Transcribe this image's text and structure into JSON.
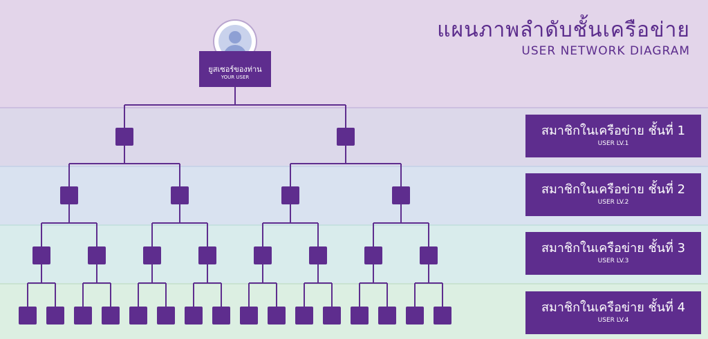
{
  "header": {
    "title_th": "แผนภาพลำดับชั้นเครือข่าย",
    "title_en": "USER NETWORK DIAGRAM"
  },
  "root": {
    "label_th": "ยูสเซอร์ของท่าน",
    "label_en": "YOUR USER"
  },
  "levels": [
    {
      "label_th": "สมาชิกในเครือข่าย  ชั้นที่ 1",
      "label_en": "USER LV.1"
    },
    {
      "label_th": "สมาชิกในเครือข่าย  ชั้นที่ 2",
      "label_en": "USER LV.2"
    },
    {
      "label_th": "สมาชิกในเครือข่าย  ชั้นที่ 3",
      "label_en": "USER LV.3"
    },
    {
      "label_th": "สมาชิกในเครือข่าย  ชั้นที่ 4",
      "label_en": "USER LV.4"
    }
  ],
  "colors": {
    "node": "#5e2d8e",
    "line": "#5e2d8e",
    "title": "#5b2c8c"
  },
  "tree": {
    "type": "binary",
    "depth": 4,
    "nodes_per_level": [
      2,
      4,
      8,
      16
    ]
  },
  "icons": [
    "user-avatar-icon"
  ]
}
